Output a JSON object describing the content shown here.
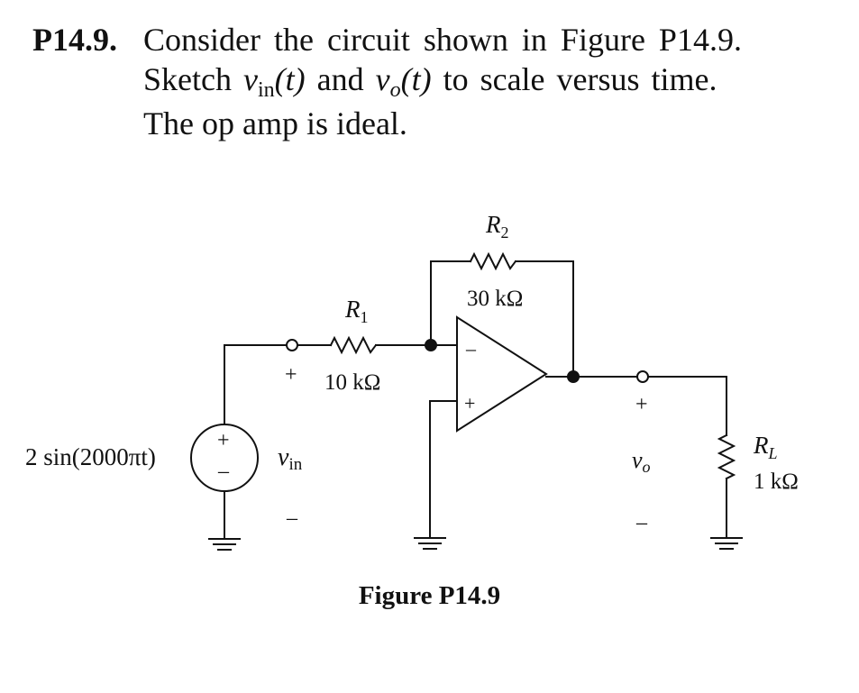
{
  "problem": {
    "number": "P14.9.",
    "line1": "Consider the circuit shown in Figure P14.9.",
    "line2_a": "Sketch ",
    "v": "v",
    "sub_in": "in",
    "sub_o": "o",
    "t_paren": "(t)",
    "line2_and": " and ",
    "line2_b": " to scale versus time.",
    "line3": "The op amp is ideal."
  },
  "figure": {
    "caption": "Figure P14.9",
    "source_label": "2 sin(2000πt)",
    "source_plus": "+",
    "source_minus": "–",
    "vin_label": "v",
    "vin_sub": "in",
    "vin_plus": "+",
    "vin_minus": "–",
    "r1_name": "R",
    "r1_sub": "1",
    "r1_value": "10 kΩ",
    "r2_name": "R",
    "r2_sub": "2",
    "r2_value": "30 kΩ",
    "rl_name": "R",
    "rl_sub": "L",
    "rl_value": "1 kΩ",
    "opamp_minus": "–",
    "opamp_plus": "+",
    "vo_label": "v",
    "vo_sub": "o",
    "vo_plus": "+",
    "vo_minus": "–"
  }
}
